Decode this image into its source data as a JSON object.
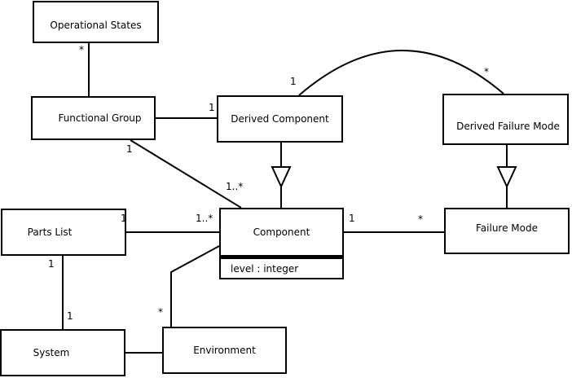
{
  "diagram": {
    "type": "uml-class-diagram",
    "colors": {
      "background": "#ffffff",
      "line": "#000000",
      "node_fill": "#ffffff",
      "text": "#000000"
    },
    "classes": [
      {
        "id": "operational-states",
        "label": "Operational States"
      },
      {
        "id": "functional-group",
        "label": "Functional Group"
      },
      {
        "id": "derived-component",
        "label": "Derived Component"
      },
      {
        "id": "derived-failure-mode",
        "label": "Derived Failure Mode"
      },
      {
        "id": "component",
        "label": "Component",
        "attributes": [
          "level : integer"
        ]
      },
      {
        "id": "failure-mode",
        "label": "Failure Mode"
      },
      {
        "id": "parts-list",
        "label": "Parts List"
      },
      {
        "id": "system",
        "label": "System"
      },
      {
        "id": "environment",
        "label": "Environment"
      }
    ],
    "relationships": [
      {
        "id": "os-fg",
        "from": "Functional Group",
        "to": "Operational States",
        "type": "association",
        "to_mult": "*"
      },
      {
        "id": "fg-dc",
        "from": "Functional Group",
        "to": "Derived Component",
        "type": "association",
        "to_mult": "1"
      },
      {
        "id": "fg-comp",
        "from": "Functional Group",
        "to": "Component",
        "type": "association",
        "from_mult": "1",
        "to_mult": "1..*"
      },
      {
        "id": "dc-dfm",
        "from": "Derived Component",
        "to": "Derived Failure Mode",
        "type": "association",
        "from_mult": "1",
        "to_mult": "*"
      },
      {
        "id": "dc-comp",
        "from": "Derived Component",
        "to": "Component",
        "type": "generalization"
      },
      {
        "id": "dfm-fm",
        "from": "Derived Failure Mode",
        "to": "Failure Mode",
        "type": "generalization"
      },
      {
        "id": "pl-comp",
        "from": "Parts List",
        "to": "Component",
        "type": "association",
        "from_mult": "1",
        "to_mult": "1..*"
      },
      {
        "id": "comp-fm",
        "from": "Component",
        "to": "Failure Mode",
        "type": "association",
        "from_mult": "1",
        "to_mult": "*"
      },
      {
        "id": "comp-env",
        "from": "Component",
        "to": "Environment",
        "type": "association",
        "to_mult": "*"
      },
      {
        "id": "pl-sys",
        "from": "Parts List",
        "to": "System",
        "type": "association",
        "from_mult": "1",
        "to_mult": "1"
      },
      {
        "id": "sys-env",
        "from": "System",
        "to": "Environment",
        "type": "association"
      }
    ]
  }
}
